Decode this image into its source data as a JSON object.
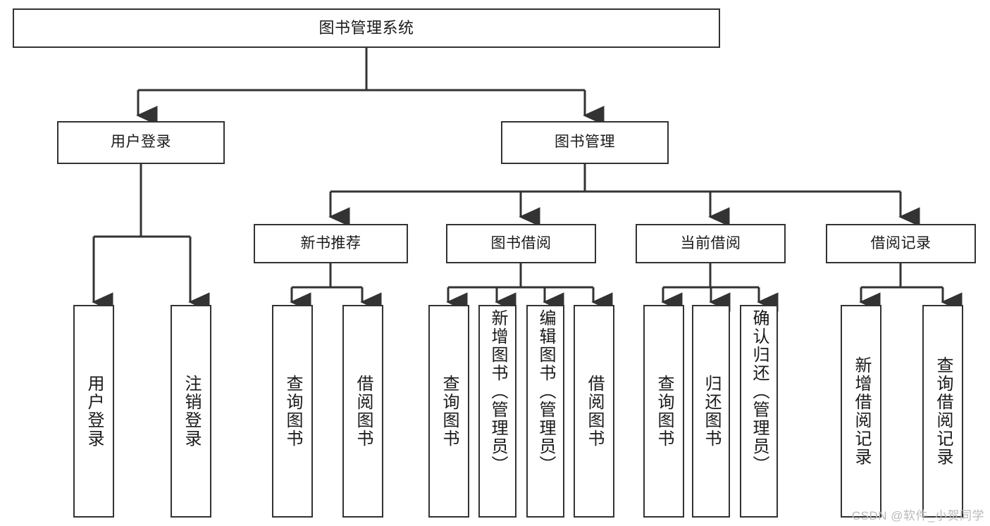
{
  "diagram": {
    "title": "图书管理系统",
    "type": "tree",
    "root": {
      "label": "图书管理系统"
    },
    "level2": [
      {
        "label": "用户登录"
      },
      {
        "label": "图书管理"
      }
    ],
    "level3": [
      {
        "label": "新书推荐"
      },
      {
        "label": "图书借阅"
      },
      {
        "label": "当前借阅"
      },
      {
        "label": "借阅记录"
      }
    ],
    "leaves": {
      "user_login": [
        {
          "label": "用户登录"
        },
        {
          "label": "注销登录"
        }
      ],
      "new_book_recommend": [
        {
          "label": "查询图书"
        },
        {
          "label": "借阅图书"
        }
      ],
      "book_borrow": [
        {
          "label": "查询图书"
        },
        {
          "label": "新增图书（管理员）"
        },
        {
          "label": "编辑图书（管理员）"
        },
        {
          "label": "借阅图书"
        }
      ],
      "current_borrow": [
        {
          "label": "查询图书"
        },
        {
          "label": "归还图书"
        },
        {
          "label": "确认归还（管理员）"
        }
      ],
      "borrow_record": [
        {
          "label": "新增借阅记录"
        },
        {
          "label": "查询借阅记录"
        }
      ]
    }
  },
  "watermark": {
    "text": "CSDN @软件_小贺同学"
  },
  "colors": {
    "line": "#333333",
    "box_border": "#333333",
    "box_fill": "#ffffff",
    "text": "#1a1a1a",
    "watermark": "#b9b9b9",
    "background": "#ffffff"
  }
}
